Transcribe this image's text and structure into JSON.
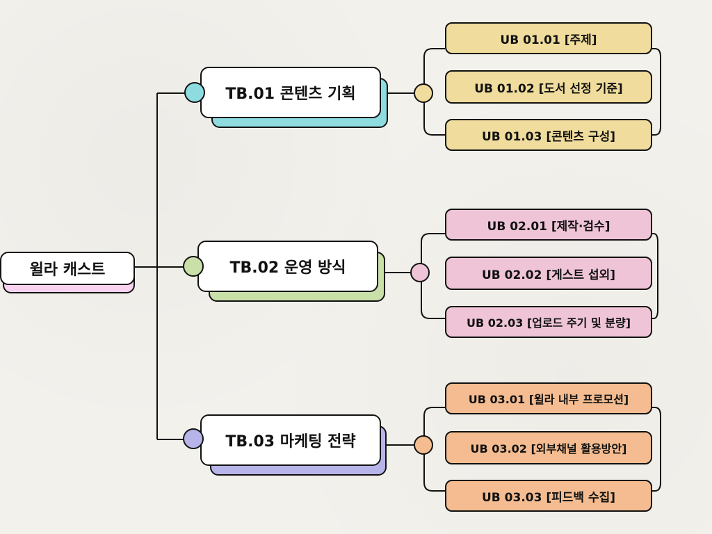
{
  "root": {
    "label": "윌라 캐스트"
  },
  "colors": {
    "root_shadow": "#f7d3f0",
    "b1": "#8edce0",
    "b2": "#c9e0a8",
    "b3": "#b6b4e8",
    "leaf1": "#f0dc9c",
    "leaf2": "#eec4d6",
    "leaf3": "#f4bc90"
  },
  "branches": [
    {
      "label": "TB.01 콘텐츠 기획",
      "items": [
        "UB 01.01 [주제]",
        "UB 01.02 [도서 선정 기준]",
        "UB 01.03 [콘텐츠 구성]"
      ]
    },
    {
      "label": "TB.02 운영 방식",
      "items": [
        "UB 02.01 [제작·검수]",
        "UB 02.02 [게스트 섭외]",
        "UB 02.03 [업로드 주기 및 분량]"
      ]
    },
    {
      "label": "TB.03 마케팅 전략",
      "items": [
        "UB 03.01 [윌라 내부 프로모션]",
        "UB 03.02 [외부채널 활용방안]",
        "UB 03.03 [피드백 수집]"
      ]
    }
  ]
}
